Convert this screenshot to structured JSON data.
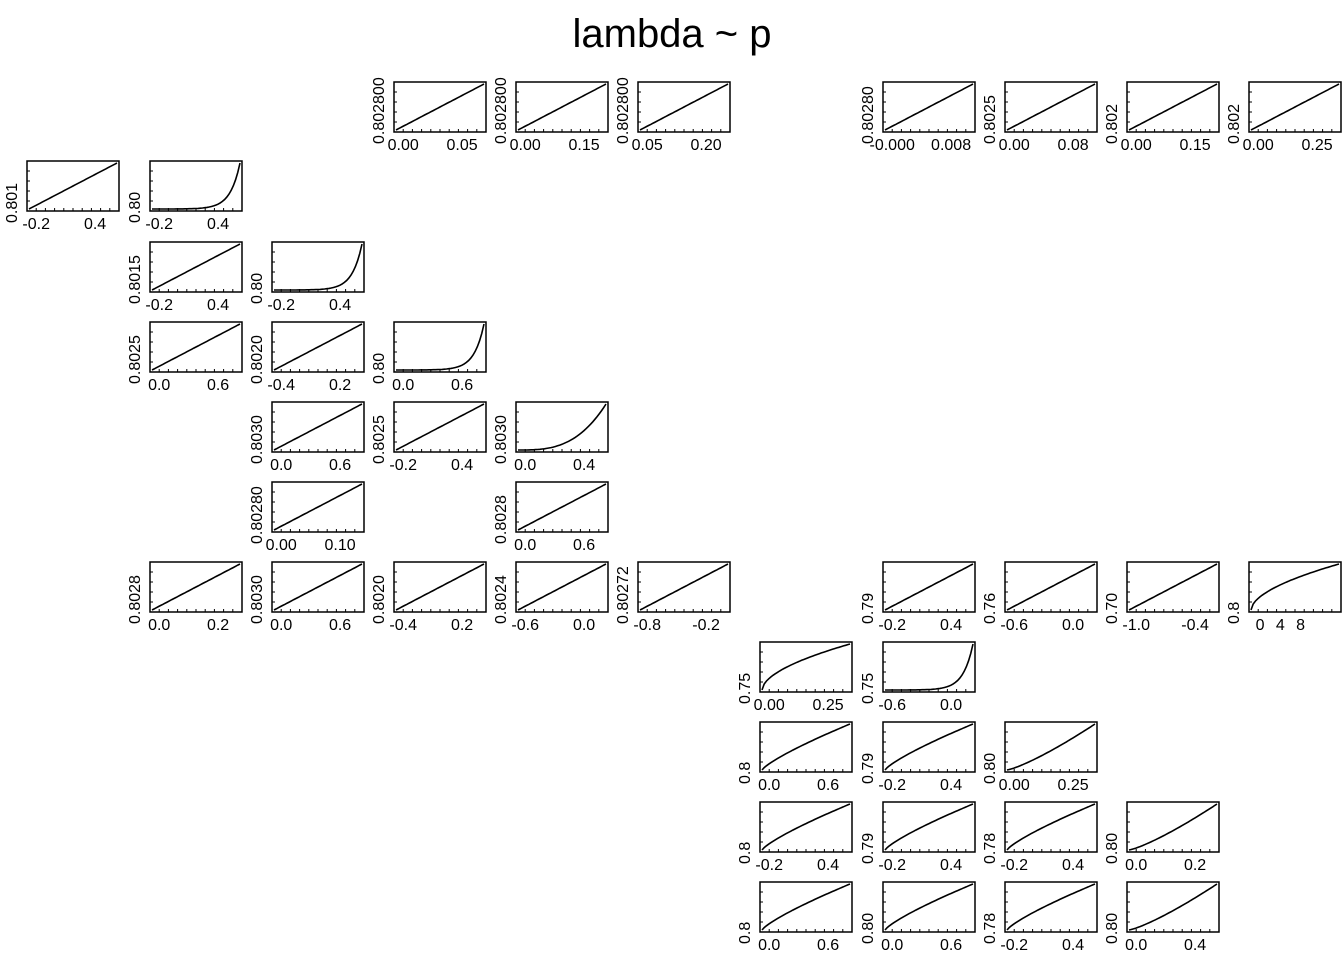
{
  "title": "lambda ~ p",
  "chart_data": {
    "type": "line",
    "title": "lambda ~ p",
    "panels": [
      {
        "ylabel": "0.802800",
        "xticks": [
          "0.00",
          "0.05"
        ],
        "curve": "linear"
      },
      {
        "ylabel": "0.802800",
        "xticks": [
          "0.00",
          "0.15"
        ],
        "curve": "linear"
      },
      {
        "ylabel": "0.802800",
        "xticks": [
          "0.05",
          "0.20"
        ],
        "curve": "linear"
      },
      {
        "ylabel": "0.80280",
        "xticks": [
          "-0.000",
          "0.008"
        ],
        "curve": "linear"
      },
      {
        "ylabel": "0.8025",
        "xticks": [
          "0.00",
          "0.08"
        ],
        "curve": "linear"
      },
      {
        "ylabel": "0.802",
        "xticks": [
          "0.00",
          "0.15"
        ],
        "curve": "linear"
      },
      {
        "ylabel": "0.802",
        "xticks": [
          "0.00",
          "0.25"
        ],
        "curve": "linear"
      },
      {
        "ylabel": "0.801",
        "xticks": [
          "-0.2",
          "0.4"
        ],
        "curve": "linear"
      },
      {
        "ylabel": "0.80",
        "xticks": [
          "-0.2",
          "0.4"
        ],
        "curve": "exp"
      },
      {
        "ylabel": "0.8015",
        "xticks": [
          "-0.2",
          "0.4"
        ],
        "curve": "linear"
      },
      {
        "ylabel": "0.80",
        "xticks": [
          "-0.2",
          "0.4"
        ],
        "curve": "exp"
      },
      {
        "ylabel": "0.8025",
        "xticks": [
          "0.0",
          "0.6"
        ],
        "curve": "linear"
      },
      {
        "ylabel": "0.8020",
        "xticks": [
          "-0.4",
          "0.2"
        ],
        "curve": "linear"
      },
      {
        "ylabel": "0.80",
        "xticks": [
          "0.0",
          "0.6"
        ],
        "curve": "exp"
      },
      {
        "ylabel": "0.8030",
        "xticks": [
          "0.0",
          "0.6"
        ],
        "curve": "linear"
      },
      {
        "ylabel": "0.8025",
        "xticks": [
          "-0.2",
          "0.4"
        ],
        "curve": "linear"
      },
      {
        "ylabel": "0.8030",
        "xticks": [
          "0.0",
          "0.4"
        ],
        "curve": "convex"
      },
      {
        "ylabel": "0.80280",
        "xticks": [
          "0.00",
          "0.10"
        ],
        "curve": "linear"
      },
      {
        "ylabel": "0.8028",
        "xticks": [
          "0.0",
          "0.6"
        ],
        "curve": "linear"
      },
      {
        "ylabel": "0.8028",
        "xticks": [
          "0.0",
          "0.2"
        ],
        "curve": "linear"
      },
      {
        "ylabel": "0.8030",
        "xticks": [
          "0.0",
          "0.6"
        ],
        "curve": "linear"
      },
      {
        "ylabel": "0.8020",
        "xticks": [
          "-0.4",
          "0.2"
        ],
        "curve": "linear"
      },
      {
        "ylabel": "0.8024",
        "xticks": [
          "-0.6",
          "0.0"
        ],
        "curve": "linear"
      },
      {
        "ylabel": "0.80272",
        "xticks": [
          "-0.8",
          "-0.2"
        ],
        "curve": "linear"
      },
      {
        "ylabel": "0.79",
        "xticks": [
          "-0.2",
          "0.4"
        ],
        "curve": "linear"
      },
      {
        "ylabel": "0.76",
        "xticks": [
          "-0.6",
          "0.0"
        ],
        "curve": "linear"
      },
      {
        "ylabel": "0.70",
        "xticks": [
          "-1.0",
          "-0.4"
        ],
        "curve": "linear"
      },
      {
        "ylabel": "0.8",
        "xticks": [
          "0",
          "4",
          "8"
        ],
        "curve": "concave"
      },
      {
        "ylabel": "0.75",
        "xticks": [
          "0.00",
          "0.25"
        ],
        "curve": "concave"
      },
      {
        "ylabel": "0.75",
        "xticks": [
          "-0.6",
          "0.0"
        ],
        "curve": "exp"
      },
      {
        "ylabel": "0.8",
        "xticks": [
          "0.0",
          "0.6"
        ],
        "curve": "slightconcave"
      },
      {
        "ylabel": "0.79",
        "xticks": [
          "-0.2",
          "0.4"
        ],
        "curve": "slightconcave"
      },
      {
        "ylabel": "0.80",
        "xticks": [
          "0.00",
          "0.25"
        ],
        "curve": "slightconvex"
      },
      {
        "ylabel": "0.8",
        "xticks": [
          "-0.2",
          "0.4"
        ],
        "curve": "slightconcave"
      },
      {
        "ylabel": "0.79",
        "xticks": [
          "-0.2",
          "0.4"
        ],
        "curve": "slightconcave"
      },
      {
        "ylabel": "0.78",
        "xticks": [
          "-0.2",
          "0.4"
        ],
        "curve": "slightconcave"
      },
      {
        "ylabel": "0.80",
        "xticks": [
          "0.0",
          "0.2"
        ],
        "curve": "slightconvex"
      },
      {
        "ylabel": "0.8",
        "xticks": [
          "0.0",
          "0.6"
        ],
        "curve": "slightconcave"
      },
      {
        "ylabel": "0.80",
        "xticks": [
          "0.0",
          "0.6"
        ],
        "curve": "slightconcave"
      },
      {
        "ylabel": "0.78",
        "xticks": [
          "-0.2",
          "0.4"
        ],
        "curve": "slightconcave"
      },
      {
        "ylabel": "0.80",
        "xticks": [
          "0.0",
          "0.4"
        ],
        "curve": "slightconvex"
      }
    ]
  }
}
